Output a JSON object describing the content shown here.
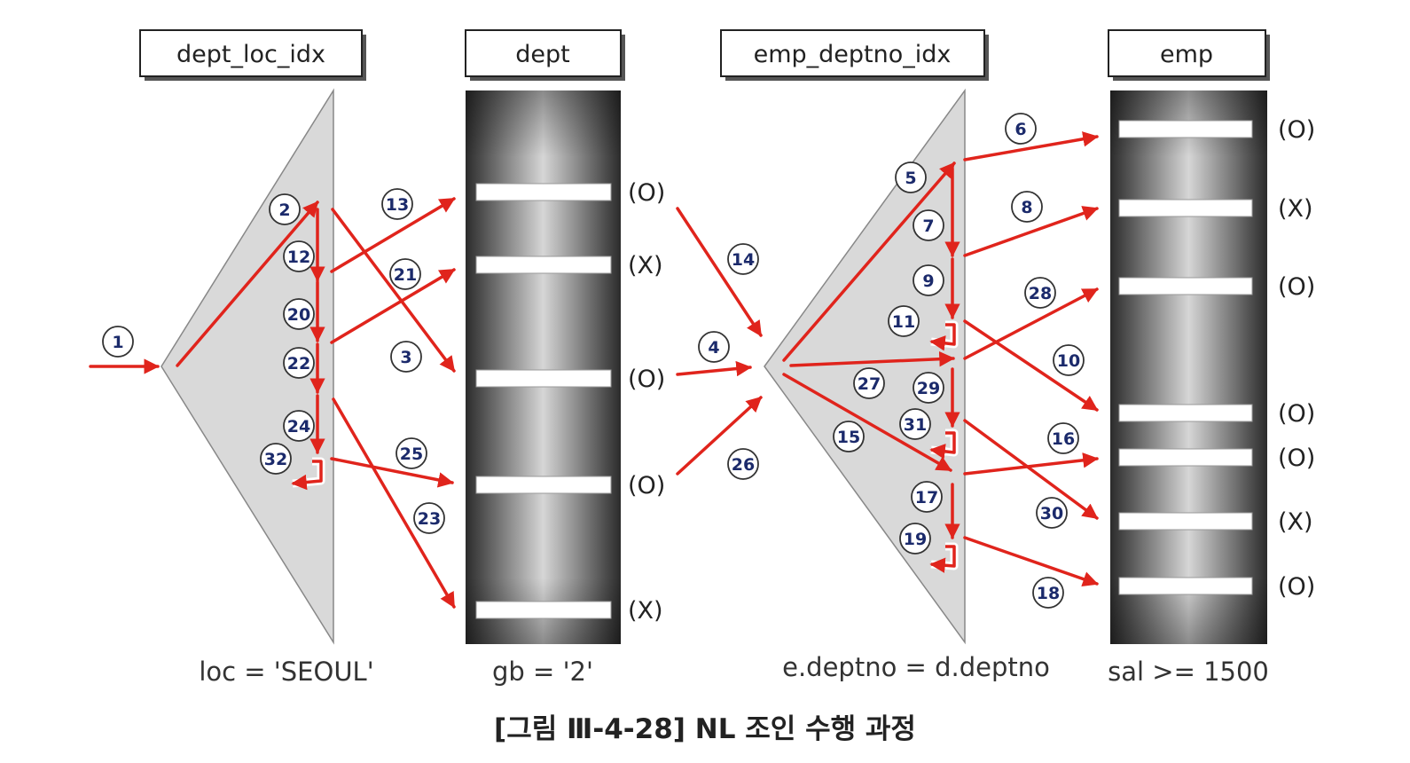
{
  "headers": {
    "dept_loc_idx": "dept_loc_idx",
    "dept": "dept",
    "emp_deptno_idx": "emp_deptno_idx",
    "emp": "emp"
  },
  "conditions": {
    "loc": "loc = 'SEOUL'",
    "gb": "gb = '2'",
    "deptno": "e.deptno = d.deptno",
    "sal": "sal >= 1500"
  },
  "dept_rows": [
    "(O)",
    "(X)",
    "(O)",
    "(O)",
    "(X)"
  ],
  "emp_rows": [
    "(O)",
    "(X)",
    "(O)",
    "(O)",
    "(O)",
    "(X)",
    "(O)"
  ],
  "steps": [
    "1",
    "2",
    "3",
    "4",
    "5",
    "6",
    "7",
    "8",
    "9",
    "10",
    "11",
    "12",
    "13",
    "14",
    "15",
    "16",
    "17",
    "18",
    "19",
    "20",
    "21",
    "22",
    "23",
    "24",
    "25",
    "26",
    "27",
    "28",
    "29",
    "30",
    "31",
    "32"
  ],
  "caption": "[그림 Ⅲ-4-28] NL 조인 수행 과정",
  "colors": {
    "arrow": "#e0241c",
    "badge_fill": "#ffffff",
    "badge_text": "#1b2a6b",
    "index_fill": "#d9d9d9"
  }
}
